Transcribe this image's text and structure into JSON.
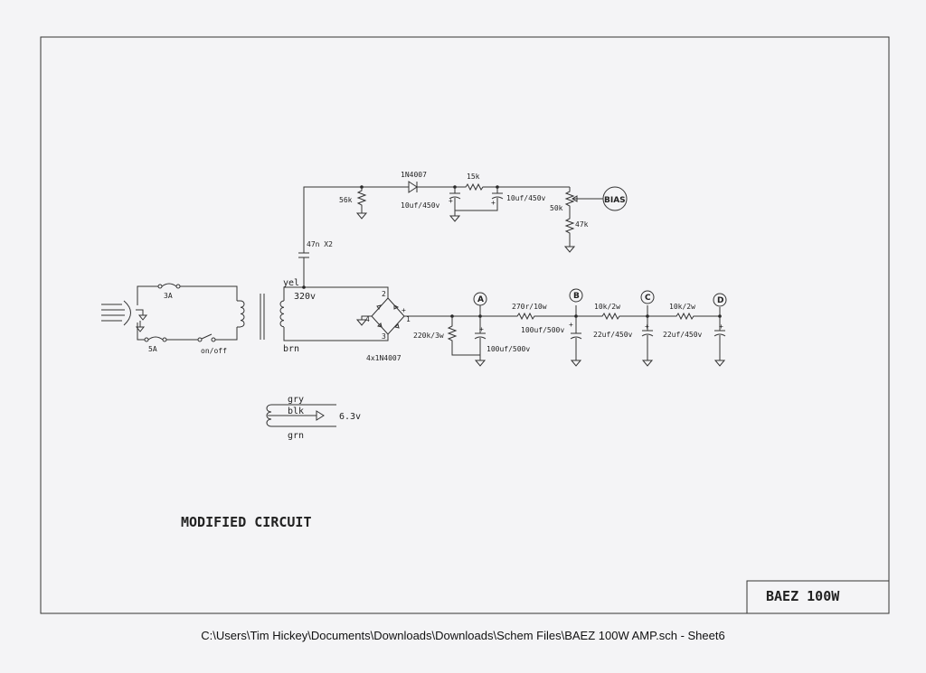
{
  "title": "MODIFIED CIRCUIT",
  "title_block": "BAEZ 100W",
  "footer_path": "C:\\Users\\Tim Hickey\\Documents\\Downloads\\Downloads\\Schem Files\\BAEZ 100W AMP.sch  -  Sheet6",
  "labels": {
    "diode": "1N4007",
    "r15k": "15k",
    "r56k": "56k",
    "cap_bias1": "10uf/450v",
    "cap_bias2": "10uf/450v",
    "pot50k": "50k",
    "r47k": "47k",
    "bias": "BIAS",
    "cap47n": "47n X2",
    "yel": "yel",
    "v320": "320v",
    "brn": "brn",
    "fuse3a": "3A",
    "fuse5a": "5A",
    "switch": "on/off",
    "bridge": "4x1N4007",
    "r220k": "220k/3w",
    "cap_a": "100uf/500v",
    "r270": "270r/10w",
    "cap_b": "100uf/500v",
    "r10k_1": "10k/2w",
    "cap_c": "22uf/450v",
    "r10k_2": "10k/2w",
    "cap_d": "22uf/450v",
    "node_a": "A",
    "node_b": "B",
    "node_c": "C",
    "node_d": "D",
    "gry": "gry",
    "blk": "blk",
    "grn": "grn",
    "v63": "6.3v",
    "bp1": "1",
    "bp2": "2",
    "bp3": "3",
    "bp4": "4",
    "plus": "+"
  }
}
